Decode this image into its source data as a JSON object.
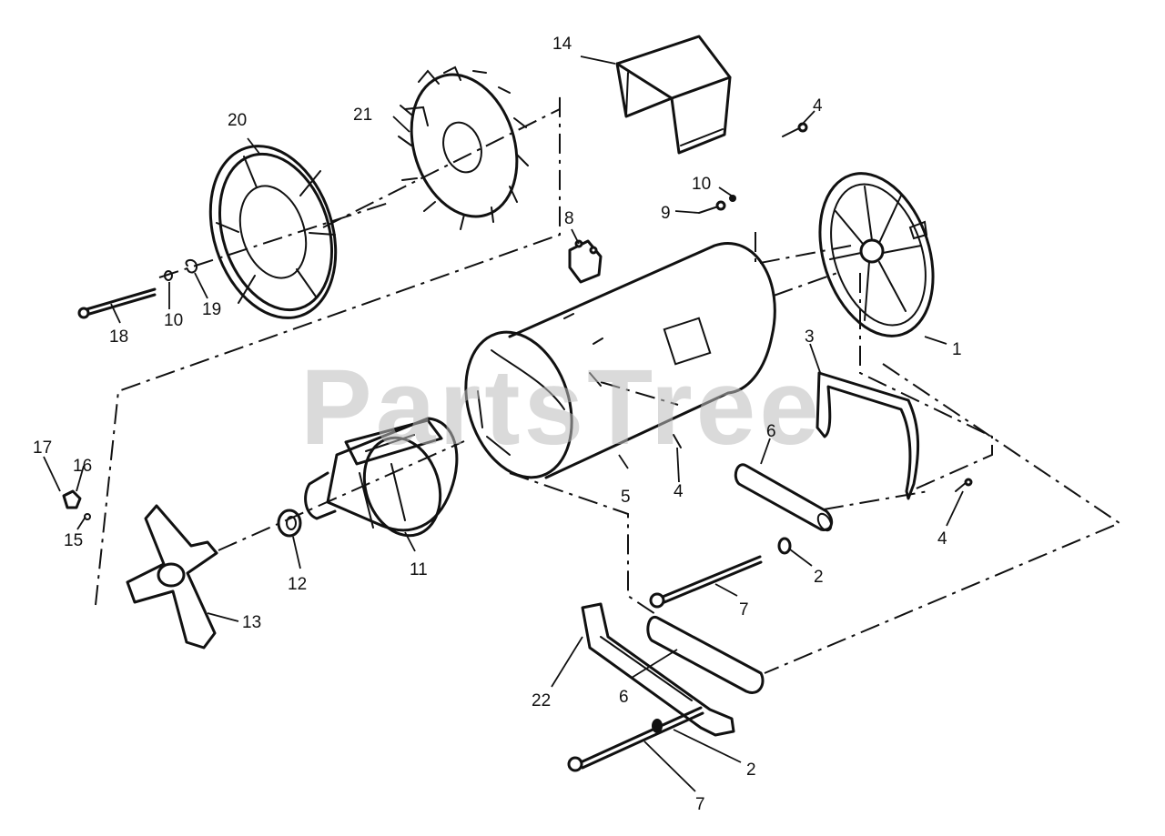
{
  "watermark": "PartsTree",
  "callouts": [
    {
      "id": "1",
      "label": "1"
    },
    {
      "id": "2a",
      "label": "2"
    },
    {
      "id": "2b",
      "label": "2"
    },
    {
      "id": "3",
      "label": "3"
    },
    {
      "id": "4a",
      "label": "4"
    },
    {
      "id": "4b",
      "label": "4"
    },
    {
      "id": "4c",
      "label": "4"
    },
    {
      "id": "5",
      "label": "5"
    },
    {
      "id": "6a",
      "label": "6"
    },
    {
      "id": "6b",
      "label": "6"
    },
    {
      "id": "7a",
      "label": "7"
    },
    {
      "id": "7b",
      "label": "7"
    },
    {
      "id": "8",
      "label": "8"
    },
    {
      "id": "9",
      "label": "9"
    },
    {
      "id": "10a",
      "label": "10"
    },
    {
      "id": "10b",
      "label": "10"
    },
    {
      "id": "11",
      "label": "11"
    },
    {
      "id": "12",
      "label": "12"
    },
    {
      "id": "13",
      "label": "13"
    },
    {
      "id": "14",
      "label": "14"
    },
    {
      "id": "15",
      "label": "15"
    },
    {
      "id": "16",
      "label": "16"
    },
    {
      "id": "17",
      "label": "17"
    },
    {
      "id": "18",
      "label": "18"
    },
    {
      "id": "19",
      "label": "19"
    },
    {
      "id": "20",
      "label": "20"
    },
    {
      "id": "21",
      "label": "21"
    },
    {
      "id": "22",
      "label": "22"
    }
  ]
}
